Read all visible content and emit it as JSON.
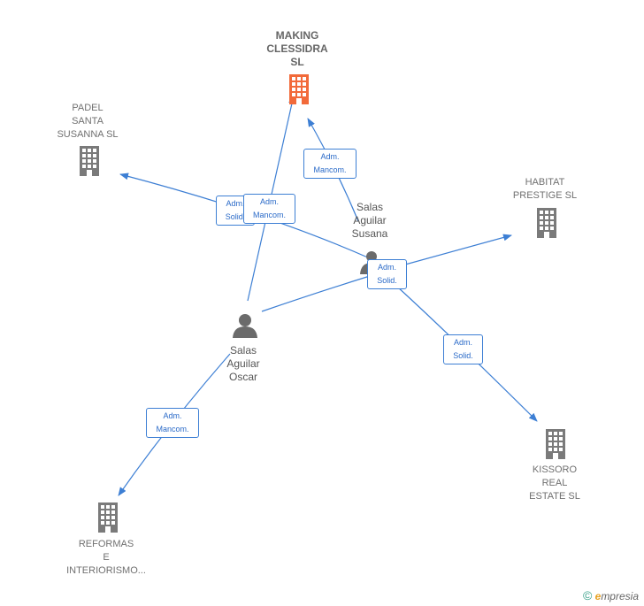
{
  "companies": {
    "making": "MAKING\nCLESSIDRA\nSL",
    "padel": "PADEL\nSANTA\nSUSANNA SL",
    "habitat": "HABITAT\nPRESTIGE SL",
    "kissoro": "KISSORO\nREAL\nESTATE  SL",
    "reformas": "REFORMAS\nE\nINTERIORISMO..."
  },
  "persons": {
    "susana": "Salas\nAguilar\nSusana",
    "oscar": "Salas\nAguilar\nOscar"
  },
  "edges": {
    "susana_making": "Adm.\nMancom.",
    "oscar_padel": "Adm.\nSolid.",
    "oscar_making": "Adm.\nMancom.",
    "susana_habitat": "Adm.\nSolid.",
    "susana_kissoro": "Adm.\nSolid.",
    "oscar_reformas": "Adm.\nMancom."
  },
  "brand": {
    "symbol": "©",
    "first_letter": "e",
    "rest": "mpresia"
  },
  "colors": {
    "edge": "#3d7fd4",
    "main_company": "#f26a3a",
    "company": "#7a7a7a",
    "person": "#6b6b6b"
  }
}
